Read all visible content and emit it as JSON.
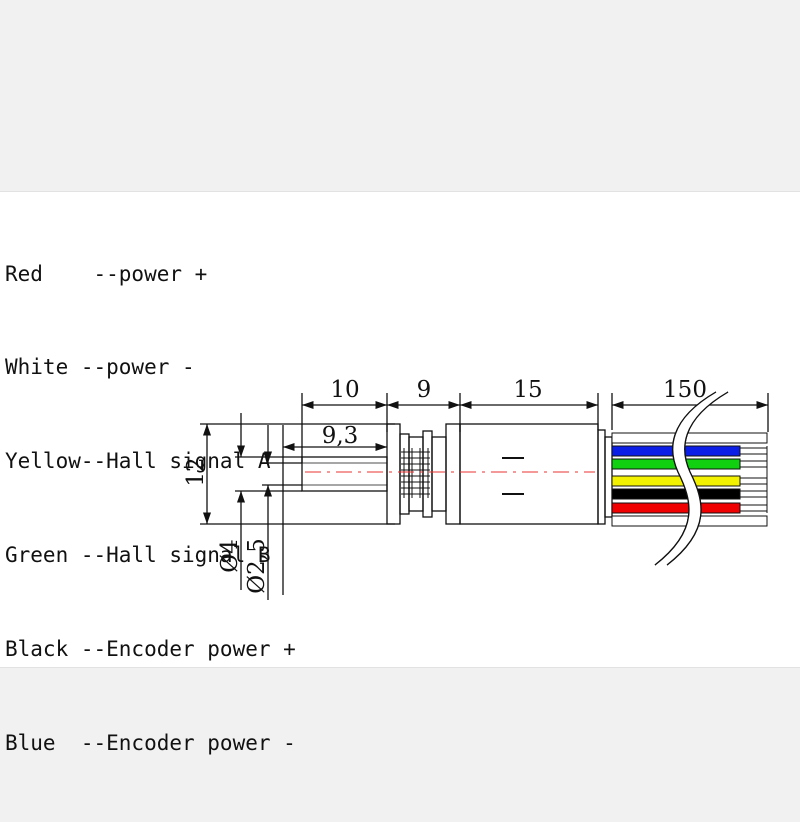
{
  "legend": [
    {
      "text": "Red    --power +"
    },
    {
      "text": "White --power -"
    },
    {
      "text": "Yellow--Hall signal A"
    },
    {
      "text": "Green --Hall signal B"
    },
    {
      "text": "Black --Encoder power +"
    },
    {
      "text": "Blue  --Encoder power -"
    }
  ],
  "dimensions": {
    "len_10": "10",
    "len_9": "9",
    "len_15": "15",
    "len_150": "150",
    "len_9_3": "9,3",
    "height_12": "12",
    "dia_4": "Ø4",
    "dia_2_5": "Ø2,5"
  },
  "wire_colors": {
    "white_top": "#ffffff",
    "blue": "#0a1ee6",
    "green": "#10d010",
    "yellow": "#f2f200",
    "black": "#000000",
    "red": "#f00000",
    "white_bottom": "#ffffff"
  },
  "colors": {
    "line": "#111111",
    "centerline": "#e83030"
  }
}
